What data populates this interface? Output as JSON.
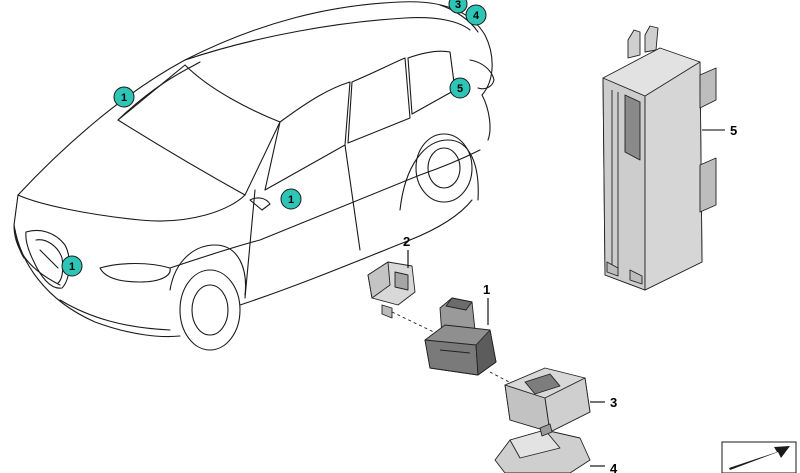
{
  "badges": [
    {
      "label": "1"
    },
    {
      "label": "1"
    },
    {
      "label": "1"
    },
    {
      "label": "3"
    },
    {
      "label": "4"
    },
    {
      "label": "5"
    }
  ],
  "callouts": [
    {
      "label": "1"
    },
    {
      "label": "2"
    },
    {
      "label": "3"
    },
    {
      "label": "4"
    },
    {
      "label": "5"
    }
  ],
  "colors": {
    "badge_fill": "#2ec4b6",
    "badge_stroke": "#1a1a1a",
    "part_fill": "#d9d9d9",
    "part_dark": "#8a8a8a"
  },
  "icons": {
    "corner": "sheet-arrow-icon"
  }
}
